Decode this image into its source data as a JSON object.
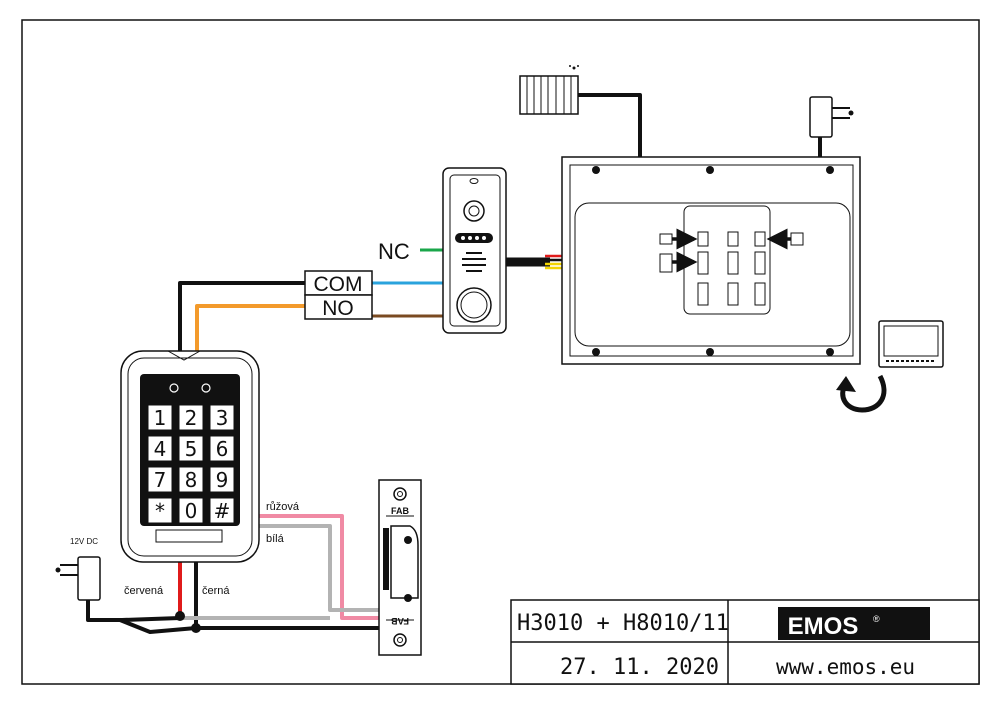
{
  "labels": {
    "nc": "NC",
    "com": "COM",
    "no": "NO",
    "supply": "12V DC",
    "pink": "růžová",
    "white": "bílá",
    "red": "červená",
    "black": "černá",
    "lock_top": "FAB",
    "lock_bottom": "FAB"
  },
  "keypad": {
    "keys": [
      "1",
      "2",
      "3",
      "4",
      "5",
      "6",
      "7",
      "8",
      "9",
      "*",
      "0",
      "#"
    ]
  },
  "title_block": {
    "model": "H3010 + H8010/11",
    "date": "27. 11. 2020",
    "brand": "EMOS",
    "brand_mark": "®",
    "website": "www.emos.eu"
  },
  "colors": {
    "red": "#e01b1b",
    "black": "#111111",
    "green": "#1aa64a",
    "blue": "#2aa3dd",
    "brown": "#7a4a21",
    "orange": "#f39a2b",
    "yellow": "#f2d400",
    "pink": "#f08aa4",
    "grey": "#b3b3b3"
  }
}
